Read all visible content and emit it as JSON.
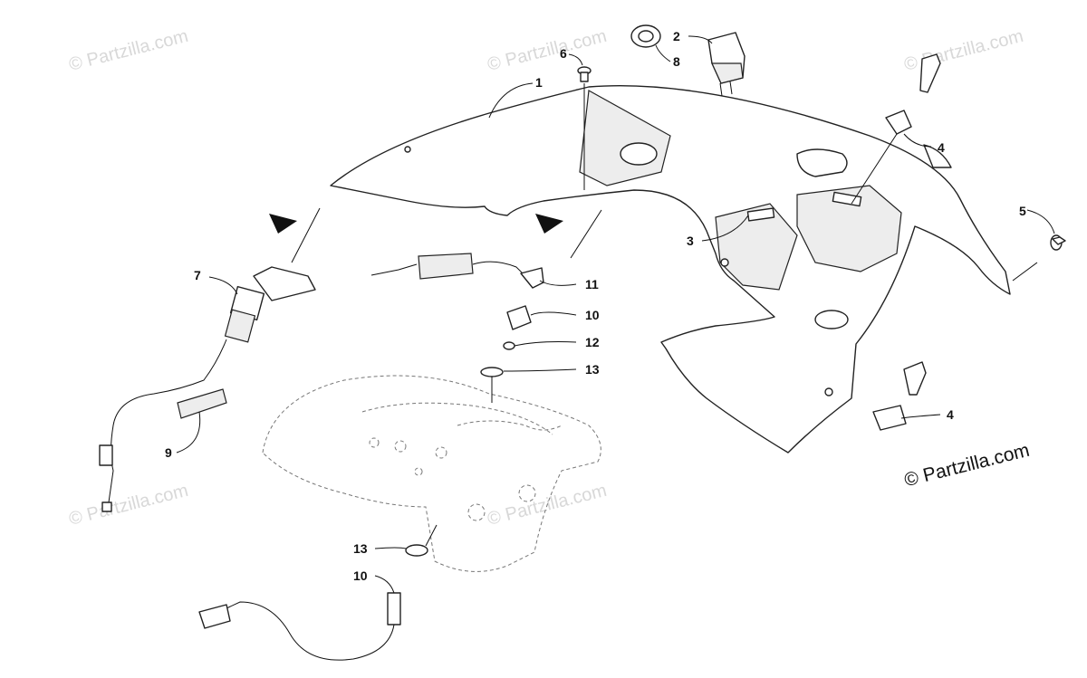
{
  "diagram": {
    "copyright": "© Partzilla.com",
    "watermark": "© Partzilla.com",
    "callouts": [
      "1",
      "2",
      "3",
      "4",
      "4",
      "5",
      "6",
      "7",
      "8",
      "9",
      "10",
      "10",
      "11",
      "12",
      "13",
      "13"
    ]
  }
}
